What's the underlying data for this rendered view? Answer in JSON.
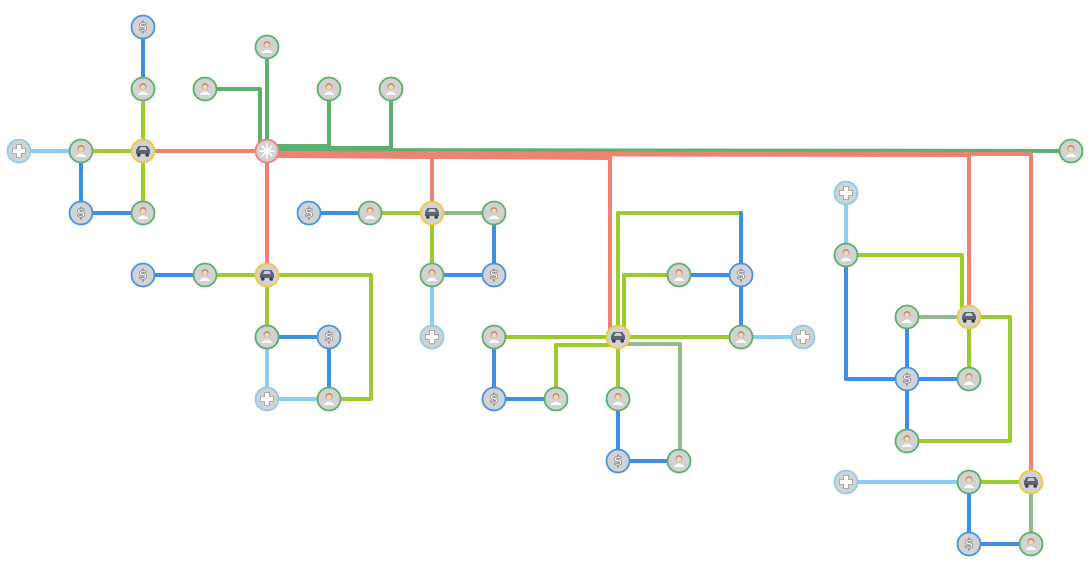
{
  "colors": {
    "background": "#ffffff",
    "node_fill": "#d2d2d2",
    "person": "#5cb06d",
    "money": "#4493e8",
    "medical": "#8fcbf0",
    "vehicle": "#f0c93a",
    "hub": "#e9837a"
  },
  "edge_colors": {
    "red": "#ef8270",
    "dgreen": "#5cb06d",
    "lime": "#9ccb2e",
    "blue": "#3d8fe6",
    "lblue": "#8ccdf2",
    "sage": "#93ba8f"
  },
  "node_types": {
    "person": {
      "icon": "person-icon",
      "color": "person"
    },
    "money": {
      "icon": "dollar-icon",
      "color": "money"
    },
    "medical": {
      "icon": "cross-icon",
      "color": "medical"
    },
    "vehicle": {
      "icon": "car-icon",
      "color": "vehicle"
    },
    "hub": {
      "icon": "sun-icon",
      "color": "hub"
    }
  },
  "nodes": [
    {
      "id": "n1",
      "type": "money"
    },
    {
      "id": "n2",
      "type": "person"
    },
    {
      "id": "n3",
      "type": "medical"
    },
    {
      "id": "n4",
      "type": "person"
    },
    {
      "id": "n5",
      "type": "vehicle"
    },
    {
      "id": "n6",
      "type": "money"
    },
    {
      "id": "n7",
      "type": "person"
    },
    {
      "id": "n8",
      "type": "person"
    },
    {
      "id": "n9",
      "type": "person"
    },
    {
      "id": "n10",
      "type": "hub"
    },
    {
      "id": "n11",
      "type": "person"
    },
    {
      "id": "n12",
      "type": "person"
    },
    {
      "id": "n13",
      "type": "person"
    },
    {
      "id": "n14",
      "type": "money"
    },
    {
      "id": "n15",
      "type": "person"
    },
    {
      "id": "n16",
      "type": "vehicle"
    },
    {
      "id": "n17",
      "type": "person"
    },
    {
      "id": "n18",
      "type": "person"
    },
    {
      "id": "n19",
      "type": "money"
    },
    {
      "id": "n20",
      "type": "medical"
    },
    {
      "id": "n21",
      "type": "money"
    },
    {
      "id": "n22",
      "type": "person"
    },
    {
      "id": "n23",
      "type": "vehicle"
    },
    {
      "id": "n24",
      "type": "person"
    },
    {
      "id": "n25",
      "type": "money"
    },
    {
      "id": "n26",
      "type": "medical"
    },
    {
      "id": "n27",
      "type": "person"
    },
    {
      "id": "n28",
      "type": "person"
    },
    {
      "id": "n29",
      "type": "person"
    },
    {
      "id": "n30",
      "type": "money"
    },
    {
      "id": "n31",
      "type": "person"
    },
    {
      "id": "n32",
      "type": "vehicle"
    },
    {
      "id": "n33",
      "type": "person"
    },
    {
      "id": "n34",
      "type": "medical"
    },
    {
      "id": "n35",
      "type": "money"
    },
    {
      "id": "n36",
      "type": "person"
    },
    {
      "id": "n37",
      "type": "money"
    },
    {
      "id": "n38",
      "type": "person"
    },
    {
      "id": "n39",
      "type": "person"
    },
    {
      "id": "n40",
      "type": "medical"
    },
    {
      "id": "n41",
      "type": "person"
    },
    {
      "id": "n42",
      "type": "person"
    },
    {
      "id": "n43",
      "type": "vehicle"
    },
    {
      "id": "n44",
      "type": "money"
    },
    {
      "id": "n45",
      "type": "person"
    },
    {
      "id": "n46",
      "type": "person"
    },
    {
      "id": "n47",
      "type": "medical"
    },
    {
      "id": "n48",
      "type": "person"
    },
    {
      "id": "n49",
      "type": "vehicle"
    },
    {
      "id": "n50",
      "type": "money"
    },
    {
      "id": "n51",
      "type": "person"
    }
  ],
  "edges": [
    {
      "from": "n10",
      "to": "n5",
      "color": "red"
    },
    {
      "from": "n10",
      "to": "n16",
      "color": "red"
    },
    {
      "from": "n10",
      "to": "n23",
      "color": "red"
    },
    {
      "from": "n10",
      "to": "n32",
      "color": "red"
    },
    {
      "from": "n10",
      "to": "n43",
      "color": "red"
    },
    {
      "from": "n10",
      "to": "n49",
      "color": "red"
    },
    {
      "from": "n10",
      "to": "n8",
      "color": "dgreen"
    },
    {
      "from": "n10",
      "to": "n9",
      "color": "dgreen"
    },
    {
      "from": "n10",
      "to": "n11",
      "color": "dgreen"
    },
    {
      "from": "n10",
      "to": "n12",
      "color": "dgreen"
    },
    {
      "from": "n10",
      "to": "n13",
      "color": "dgreen"
    },
    {
      "from": "n1",
      "to": "n2",
      "color": "blue"
    },
    {
      "from": "n2",
      "to": "n5",
      "color": "lime"
    },
    {
      "from": "n3",
      "to": "n4",
      "color": "lblue"
    },
    {
      "from": "n4",
      "to": "n5",
      "color": "lime"
    },
    {
      "from": "n4",
      "to": "n6",
      "color": "blue"
    },
    {
      "from": "n6",
      "to": "n7",
      "color": "blue"
    },
    {
      "from": "n5",
      "to": "n7",
      "color": "lime"
    },
    {
      "from": "n14",
      "to": "n15",
      "color": "blue"
    },
    {
      "from": "n15",
      "to": "n16",
      "color": "lime"
    },
    {
      "from": "n16",
      "to": "n17",
      "color": "lime"
    },
    {
      "from": "n16",
      "to": "n18",
      "color": "lime"
    },
    {
      "from": "n16",
      "to": "n22",
      "color": "lime"
    },
    {
      "from": "n17",
      "to": "n19",
      "color": "blue"
    },
    {
      "from": "n18",
      "to": "n20",
      "color": "lblue"
    },
    {
      "from": "n19",
      "to": "n22",
      "color": "blue"
    },
    {
      "from": "n20",
      "to": "n22",
      "color": "lblue"
    },
    {
      "from": "n21",
      "to": "n27",
      "color": "blue"
    },
    {
      "from": "n27",
      "to": "n23",
      "color": "lime"
    },
    {
      "from": "n23",
      "to": "n24",
      "color": "sage"
    },
    {
      "from": "n23",
      "to": "n28",
      "color": "lime"
    },
    {
      "from": "n24",
      "to": "n25",
      "color": "blue"
    },
    {
      "from": "n28",
      "to": "n25",
      "color": "blue"
    },
    {
      "from": "n28",
      "to": "n26",
      "color": "lblue"
    },
    {
      "from": "n29",
      "to": "n32",
      "color": "lime"
    },
    {
      "from": "n29",
      "to": "n35",
      "color": "blue"
    },
    {
      "from": "n35",
      "to": "n36",
      "color": "blue"
    },
    {
      "from": "n36",
      "to": "n32",
      "color": "lime"
    },
    {
      "from": "n32",
      "to": "n33",
      "color": "lime"
    },
    {
      "from": "n32",
      "to": "n30",
      "color": "lime"
    },
    {
      "from": "n32",
      "to": "n31",
      "color": "lime"
    },
    {
      "from": "n32",
      "to": "n38",
      "color": "sage"
    },
    {
      "from": "n32",
      "to": "n39",
      "color": "lime"
    },
    {
      "from": "n31",
      "to": "n30",
      "color": "blue"
    },
    {
      "from": "n33",
      "to": "n30",
      "color": "blue"
    },
    {
      "from": "n30",
      "to": "n33",
      "color": "blue"
    },
    {
      "from": "n33",
      "to": "n34",
      "color": "lblue"
    },
    {
      "from": "n39",
      "to": "n37",
      "color": "blue"
    },
    {
      "from": "n37",
      "to": "n38",
      "color": "blue"
    },
    {
      "from": "n40",
      "to": "n41",
      "color": "lblue"
    },
    {
      "from": "n41",
      "to": "n43",
      "color": "lime"
    },
    {
      "from": "n41",
      "to": "n44",
      "color": "blue"
    },
    {
      "from": "n42",
      "to": "n43",
      "color": "sage"
    },
    {
      "from": "n42",
      "to": "n44",
      "color": "blue"
    },
    {
      "from": "n44",
      "to": "n45",
      "color": "blue"
    },
    {
      "from": "n44",
      "to": "n46",
      "color": "blue"
    },
    {
      "from": "n43",
      "to": "n45",
      "color": "lime"
    },
    {
      "from": "n43",
      "to": "n46",
      "color": "lime"
    },
    {
      "from": "n47",
      "to": "n48",
      "color": "lblue"
    },
    {
      "from": "n48",
      "to": "n49",
      "color": "lime"
    },
    {
      "from": "n48",
      "to": "n50",
      "color": "blue"
    },
    {
      "from": "n50",
      "to": "n51",
      "color": "blue"
    },
    {
      "from": "n49",
      "to": "n51",
      "color": "sage"
    }
  ]
}
